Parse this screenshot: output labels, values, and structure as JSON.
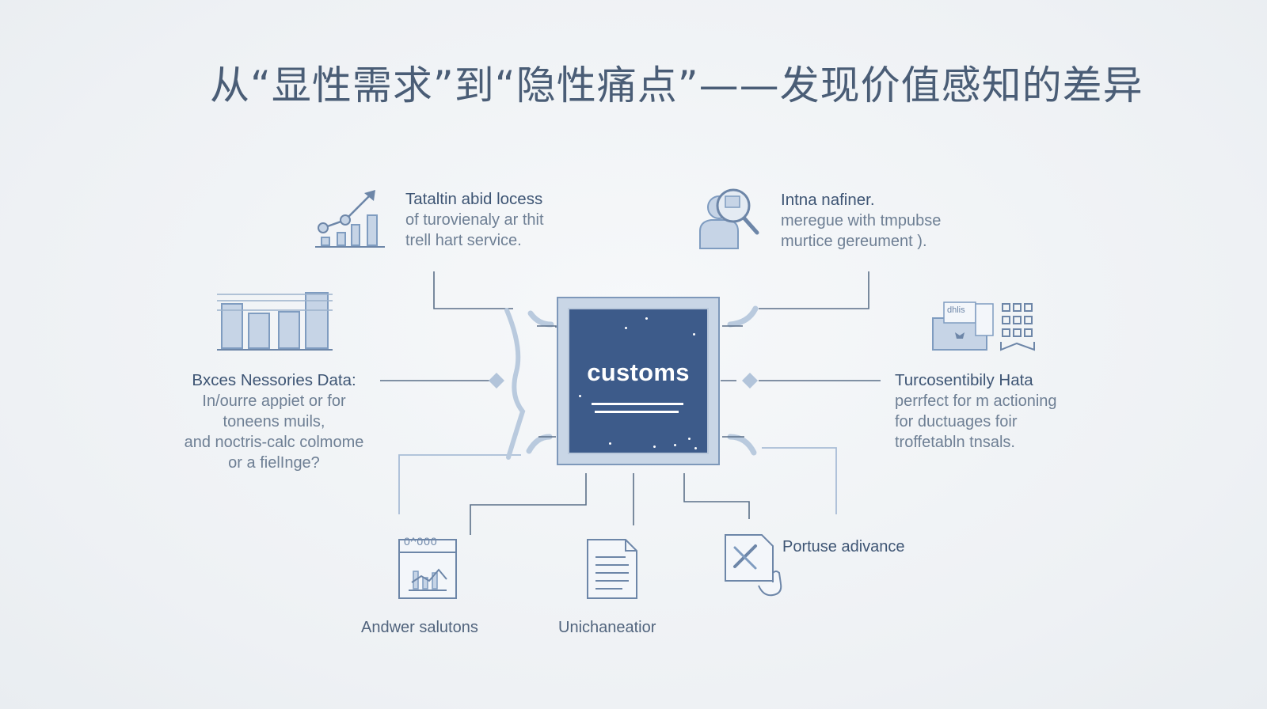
{
  "title": "从“显性需求”到“隐性痛点”——发现价值感知的差异",
  "center": {
    "label": "customs"
  },
  "nodes": {
    "top_left": {
      "heading": "Tataltin abid locess",
      "lines": [
        "of turovienaly ar thit",
        "trell hart service."
      ],
      "icon": "growth-chart-icon"
    },
    "top_right": {
      "heading": "Intna nafiner.",
      "lines": [
        "meregue with tmpubse",
        "murtice gereument )."
      ],
      "icon": "person-magnifier-icon"
    },
    "mid_left": {
      "heading": "Bxces Nessories Data:",
      "lines": [
        "In/ourre appiet or for",
        "toneens muils,",
        "and noctris-calc colmome",
        "or a fielInge?"
      ],
      "icon": "bar-chart-icon"
    },
    "mid_right": {
      "heading": "Turcosentibily Hata",
      "lines": [
        "perrfect for m actioning",
        "for ductuages foir",
        "troffetabln tnsals."
      ],
      "icon": "folder-grid-icon",
      "icon_text": "dhlis"
    },
    "bottom_left": {
      "label": "Andwer salutons",
      "icon": "calendar-chart-icon",
      "icon_text": "0^000"
    },
    "bottom_center": {
      "label": "Unichaneatior",
      "icon": "document-icon"
    },
    "bottom_right": {
      "label": "Portuse adivance",
      "icon": "edit-document-hand-icon"
    }
  },
  "colors": {
    "line": "#5b6f88",
    "accent": "#3d5b8a",
    "icon": "#7f9cc0",
    "icon_fill": "#c6d4e6"
  }
}
